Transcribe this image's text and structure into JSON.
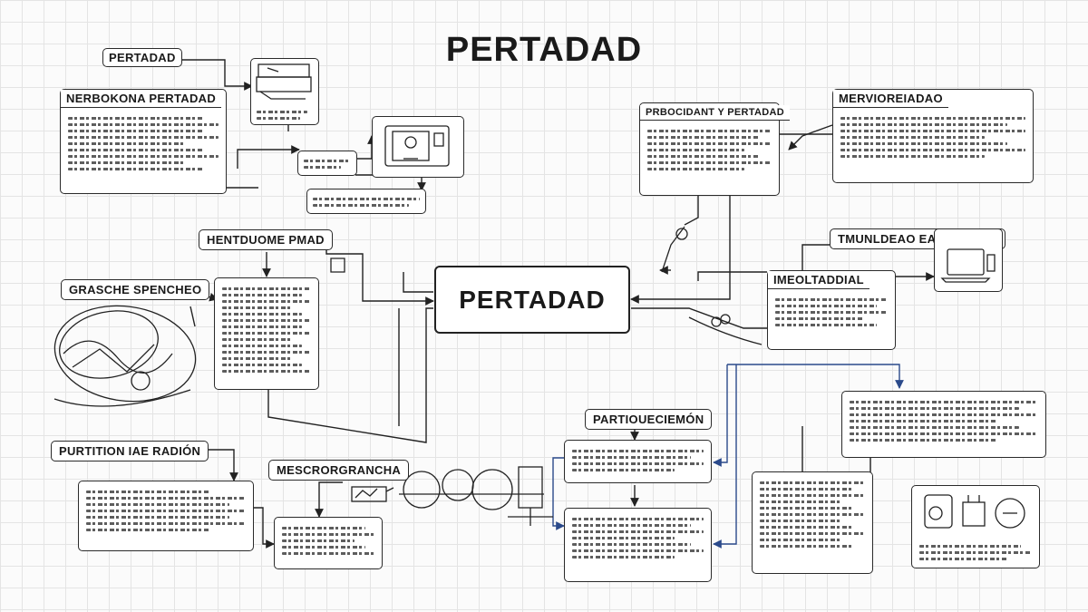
{
  "title": "PERTADAD",
  "center_node": "PERTADAD",
  "labels": {
    "top_left_tag": "PERTADAD",
    "left_panel_header": "NERBOKONA PERTADAD",
    "mid_left_header": "HENTDUOME PMAD",
    "left_oval_label": "GRASCHE SPENCHEO",
    "bottom_left_header": "PURTITION IAE RADIÓN",
    "bottom_mid_header": "MESCRORGRANCHA",
    "bottom_center_header": "PARTIOUECIEMÓN",
    "top_right_header": "PRBOCIDANT Y PERTADAD",
    "far_right_header": "MERVIOREIADAO",
    "right_monitor_header": "TMUNLDEAO EAIEBFLEAO",
    "right_mid_header": "IMEOLTADDIAL"
  },
  "colors": {
    "ink": "#1a1a1a",
    "accent_blue": "#2b4a8b",
    "grid": "#e4e4e4"
  }
}
